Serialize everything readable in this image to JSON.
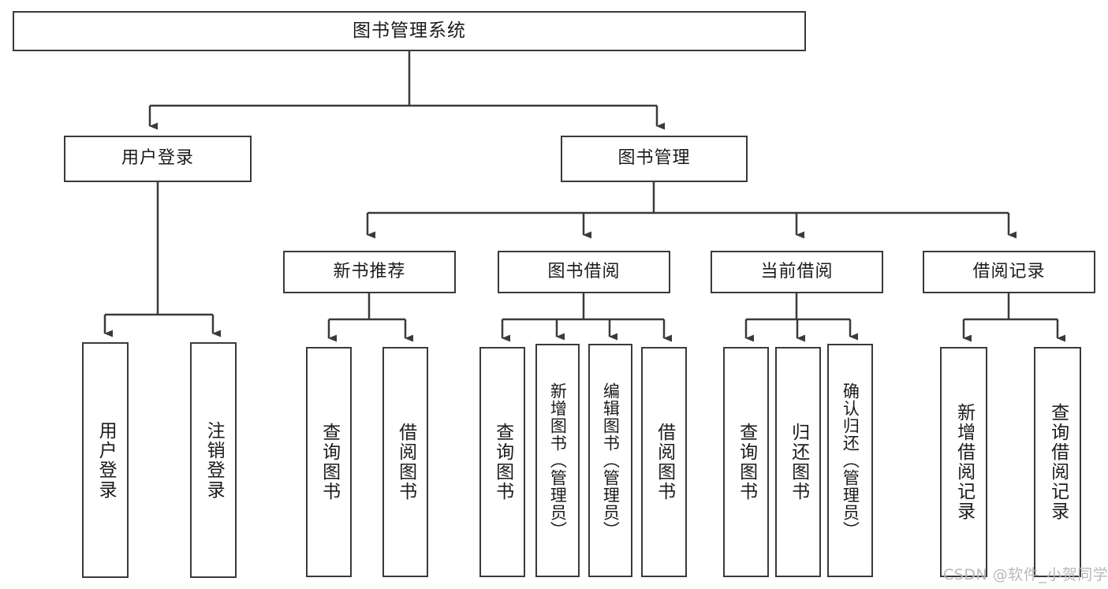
{
  "diagram": {
    "title": "图书管理系统",
    "type": "tree",
    "stroke_color": "#3a3a3a",
    "fill_color": "#ffffff",
    "text_color": "#1b1b1b",
    "levels": {
      "root": {
        "label": "图书管理系统"
      },
      "level2": [
        {
          "label": "用户登录"
        },
        {
          "label": "图书管理"
        }
      ],
      "level3": [
        {
          "label": "新书推荐"
        },
        {
          "label": "图书借阅"
        },
        {
          "label": "当前借阅"
        },
        {
          "label": "借阅记录"
        }
      ],
      "leaves": {
        "user_login": [
          {
            "label": "用户登录"
          },
          {
            "label": "注销登录"
          }
        ],
        "new_book_recommend": [
          {
            "label": "查询图书"
          },
          {
            "label": "借阅图书"
          }
        ],
        "book_borrow": [
          {
            "label": "查询图书"
          },
          {
            "label": "新增图书（管理员）"
          },
          {
            "label": "编辑图书（管理员）"
          },
          {
            "label": "借阅图书"
          }
        ],
        "current_borrow": [
          {
            "label": "查询图书"
          },
          {
            "label": "归还图书"
          },
          {
            "label": "确认归还（管理员）"
          }
        ],
        "borrow_record": [
          {
            "label": "新增借阅记录"
          },
          {
            "label": "查询借阅记录"
          }
        ]
      }
    }
  },
  "watermark": {
    "text": "CSDN @软件_小贺同学"
  }
}
